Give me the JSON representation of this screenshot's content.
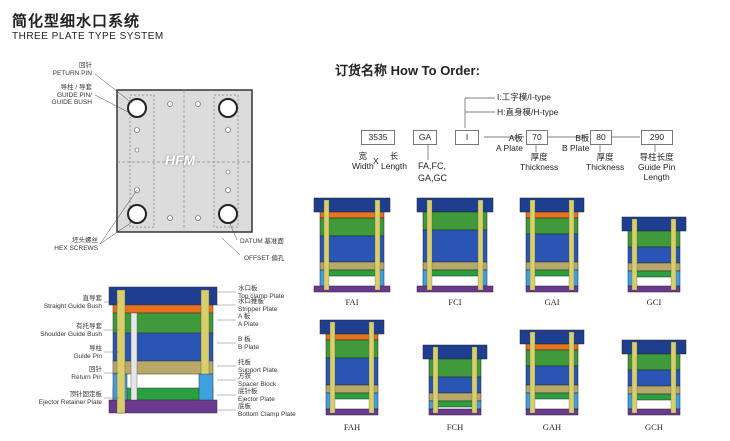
{
  "title": {
    "cn": "简化型细水口系统",
    "en": "THREE PLATE TYPE SYSTEM"
  },
  "top_view_labels": {
    "return_pin": "回针\nPETURN PIN",
    "guide_pin": "导柱 / 导套\nGUIDE PIN/\nGUIDE BUSH",
    "hex_screws": "坯头螺丝\nHEX SCREWS",
    "datum": "DATUM 基准面",
    "offset": "OFFSET 偏孔",
    "logo": "HFM"
  },
  "section_labels_left": [
    "直导套\nStraight Guide Bush",
    "有托导套\nShoulder Guide Bush",
    "导柱\nGuide Pin",
    "回针\nReturn Pin",
    "顶针固定板\nEjector Retainer Plate"
  ],
  "section_labels_right": [
    "水口板\nTop clamp Plate",
    "水口推板\nStripper Plate",
    "A 板\nA Plate",
    "B 板\nB Plate",
    "托板\nSupport Plate",
    "方铁\nSpacer Block",
    "底针板\nEjector Plate",
    "底板\nBottom Clamp Plate"
  ],
  "order": {
    "title": "订货名称 How To Order:",
    "boxes": [
      "3535",
      "GA",
      "I",
      "70",
      "80",
      "290"
    ],
    "width_label": "宽\nWidth",
    "x_sep": "X",
    "length_label": "长\nLength",
    "type_options": "FA,FC,\nGA,GC",
    "i_type": "I:工字模/I-type",
    "h_type": "H:直身模/H-type",
    "a_plate": "A板\nA Plate",
    "b_plate": "B板\nB Plate",
    "a_thickness": "厚度\nThickness",
    "b_thickness": "厚度\nThickness",
    "guide_len": "导柱长度\nGuide Pin\nLength"
  },
  "mold_types_row1": [
    "FAI",
    "FCI",
    "GAI",
    "GCI"
  ],
  "mold_types_row2": [
    "FAH",
    "FCH",
    "GAH",
    "GCH"
  ],
  "colors": {
    "top": "#1e3f8f",
    "stripper": "#e8731e",
    "a_plate": "#3f9a3a",
    "b_plate": "#2a55b4",
    "support": "#b8a96a",
    "spacer": "#3fa0e0",
    "ejector": "#2aa040",
    "bottom": "#6a3a8e",
    "pin": "#d9cf6a"
  }
}
